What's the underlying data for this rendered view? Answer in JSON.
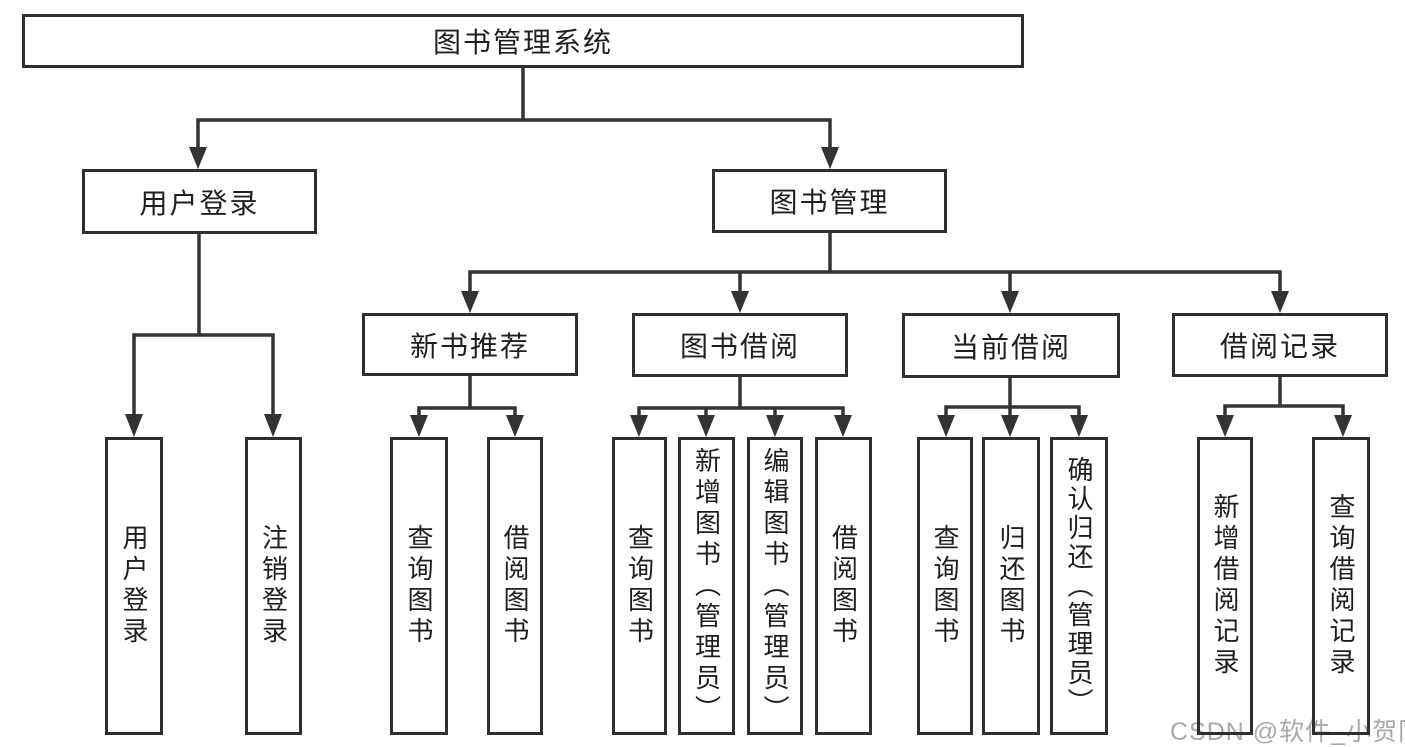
{
  "org_chart": {
    "root": {
      "label": "图书管理系统"
    },
    "branches": [
      {
        "label": "用户登录",
        "children": [
          {
            "label": "用户登录"
          },
          {
            "label": "注销登录"
          }
        ]
      },
      {
        "label": "图书管理",
        "children": [
          {
            "label": "新书推荐",
            "children": [
              {
                "label": "查询图书"
              },
              {
                "label": "借阅图书"
              }
            ]
          },
          {
            "label": "图书借阅",
            "children": [
              {
                "label": "查询图书"
              },
              {
                "label": "新增图书（管理员）"
              },
              {
                "label": "编辑图书（管理员）"
              },
              {
                "label": "借阅图书"
              }
            ]
          },
          {
            "label": "当前借阅",
            "children": [
              {
                "label": "查询图书"
              },
              {
                "label": "归还图书"
              },
              {
                "label": "确认归还（管理员）"
              }
            ]
          },
          {
            "label": "借阅记录",
            "children": [
              {
                "label": "新增借阅记录"
              },
              {
                "label": "查询借阅记录"
              }
            ]
          }
        ]
      }
    ]
  },
  "watermark": {
    "text": "CSDN @软件_小贺同学"
  },
  "colors": {
    "line": "#333333",
    "box_border": "#2f2f2f",
    "text": "#1f1f1f",
    "watermark": "#a9a9a9"
  }
}
